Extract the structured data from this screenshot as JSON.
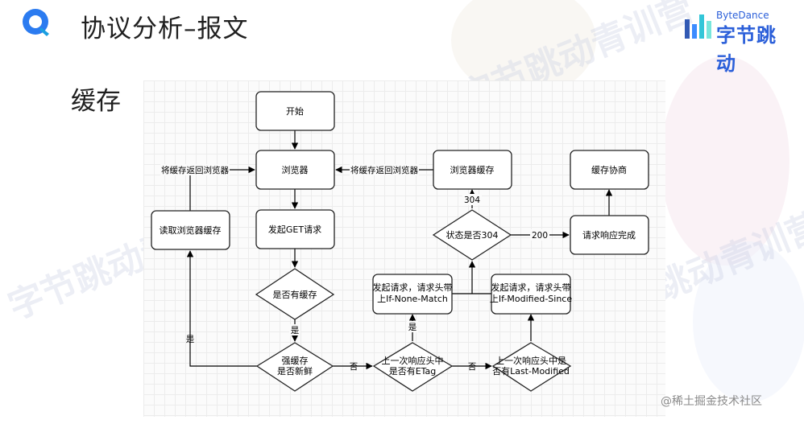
{
  "header": {
    "title": "协议分析–报文",
    "subtitle": "缓存",
    "brand_small": "ByteDance",
    "brand_name": "字节跳动"
  },
  "watermark": "字节跳动青训营",
  "footer": "@稀土掘金技术社区",
  "flowchart": {
    "nodes": {
      "start": "开始",
      "browser": "浏览器",
      "get_request": "发起GET请求",
      "read_cache": "读取浏览器缓存",
      "has_cache": "是否有缓存",
      "strong_fresh_1": "强缓存",
      "strong_fresh_2": "是否新鲜",
      "etag_1": "上一次响应头中",
      "etag_2": "是否有ETag",
      "lastmod_1": "上一次响应头中是",
      "lastmod_2": "否有Last-Modified",
      "ifnone_1": "发起请求，请求头带",
      "ifnone_2": "上If-None-Match",
      "ifmod_1": "发起请求，请求头带",
      "ifmod_2": "上If-Modified-Since",
      "status_304": "状态是否304",
      "browser_cache": "浏览器缓存",
      "response_done": "请求响应完成",
      "cache_negotiate": "缓存协商"
    },
    "edges": {
      "return_browser_left": "将缓存返回浏览器",
      "return_browser_mid": "将缓存返回浏览器",
      "yes_cache": "是",
      "yes_fresh": "是",
      "no_fresh": "否",
      "yes_etag": "是",
      "no_etag": "否",
      "code_304": "304",
      "code_200": "200"
    }
  },
  "colors": {
    "accent": "#2b5fd9",
    "node_border": "#222222",
    "grid": "#ececec"
  }
}
